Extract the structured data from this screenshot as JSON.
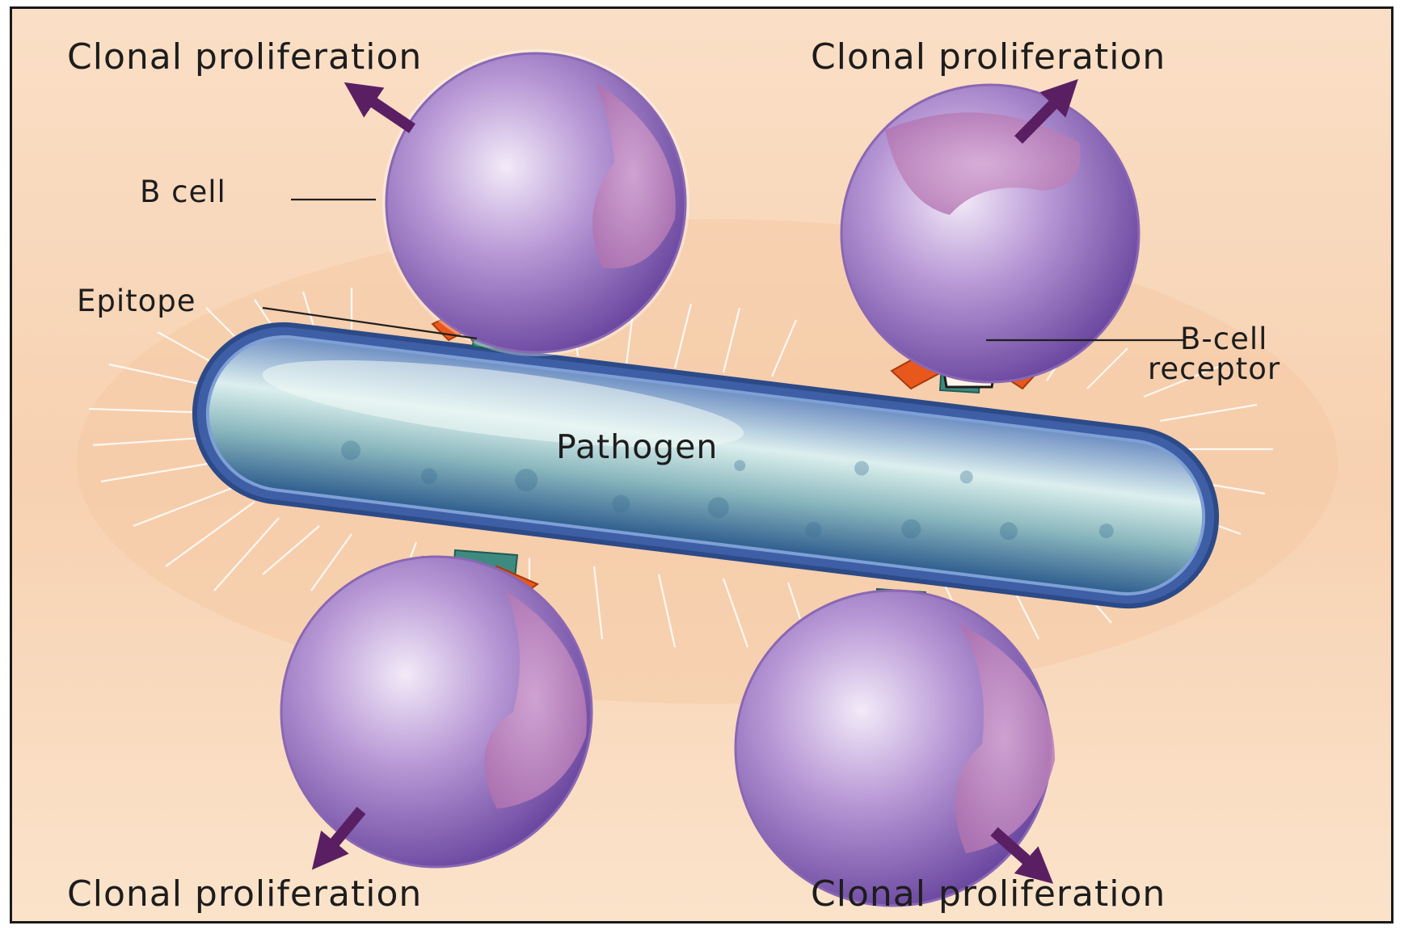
{
  "labels": {
    "clonal_top_left": "Clonal proliferation",
    "clonal_top_right": "Clonal proliferation",
    "clonal_bottom_left": "Clonal proliferation",
    "clonal_bottom_right": "Clonal proliferation",
    "b_cell": "B cell",
    "epitope": "Epitope",
    "b_cell_receptor_line1": "B-cell",
    "b_cell_receptor_line2": "receptor",
    "pathogen": "Pathogen"
  },
  "colors": {
    "background": "#f8d9bd",
    "b_cell": "#a985c7",
    "receptor": "#e8581c",
    "epitope": "#3f8a80",
    "pathogen": "#4f7fb0",
    "arrow": "#5a1f63"
  }
}
